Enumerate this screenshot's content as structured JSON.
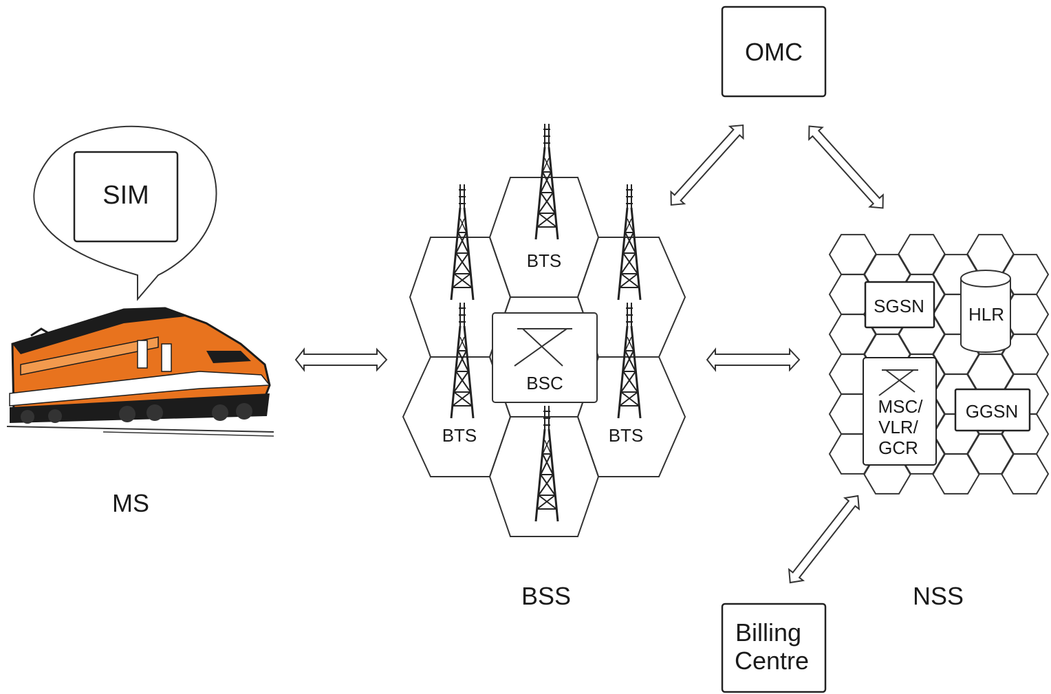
{
  "labels": {
    "sim": "SIM",
    "ms": "MS",
    "bts_top": "BTS",
    "bts_left": "BTS",
    "bts_right": "BTS",
    "bsc": "BSC",
    "bss": "BSS",
    "omc": "OMC",
    "sgsn": "SGSN",
    "hlr": "HLR",
    "msc_line1": "MSC/",
    "msc_line2": "VLR/",
    "msc_line3": "GCR",
    "ggsn": "GGSN",
    "nss": "NSS",
    "billing_line1": "Billing",
    "billing_line2": "Centre"
  },
  "colors": {
    "train_body": "#e8731e",
    "train_dark": "#1c1c1c",
    "line": "#333333",
    "box_border": "#222222"
  },
  "icons": {
    "mobile_station": "train-icon",
    "antenna": "antenna-tower-icon",
    "switch": "switch-icon",
    "database": "database-cylinder-icon"
  }
}
